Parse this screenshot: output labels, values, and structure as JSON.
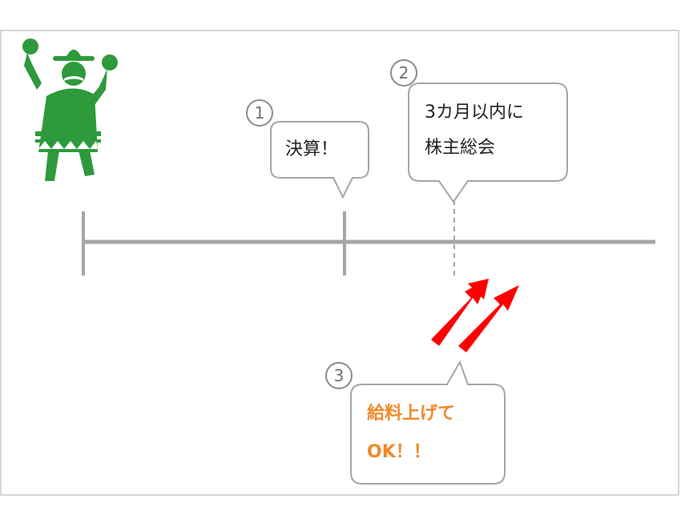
{
  "colors": {
    "frame": "#c8c8c8",
    "timeline": "#a6a6a6",
    "bubble_stroke": "#a6a6a6",
    "mascot": "#2e9a3c",
    "arrow": "#ff0000",
    "accent_text": "#f0892b"
  },
  "icons": {
    "mascot": "maraca-dancer-icon",
    "arrows": "double-up-right-arrow-icon"
  },
  "steps": [
    {
      "number": "1",
      "lines": [
        "決算！"
      ]
    },
    {
      "number": "2",
      "lines": [
        "3カ月以内に",
        "株主総会"
      ]
    },
    {
      "number": "3",
      "lines": [
        "給料上げて",
        "OK！！"
      ]
    }
  ]
}
